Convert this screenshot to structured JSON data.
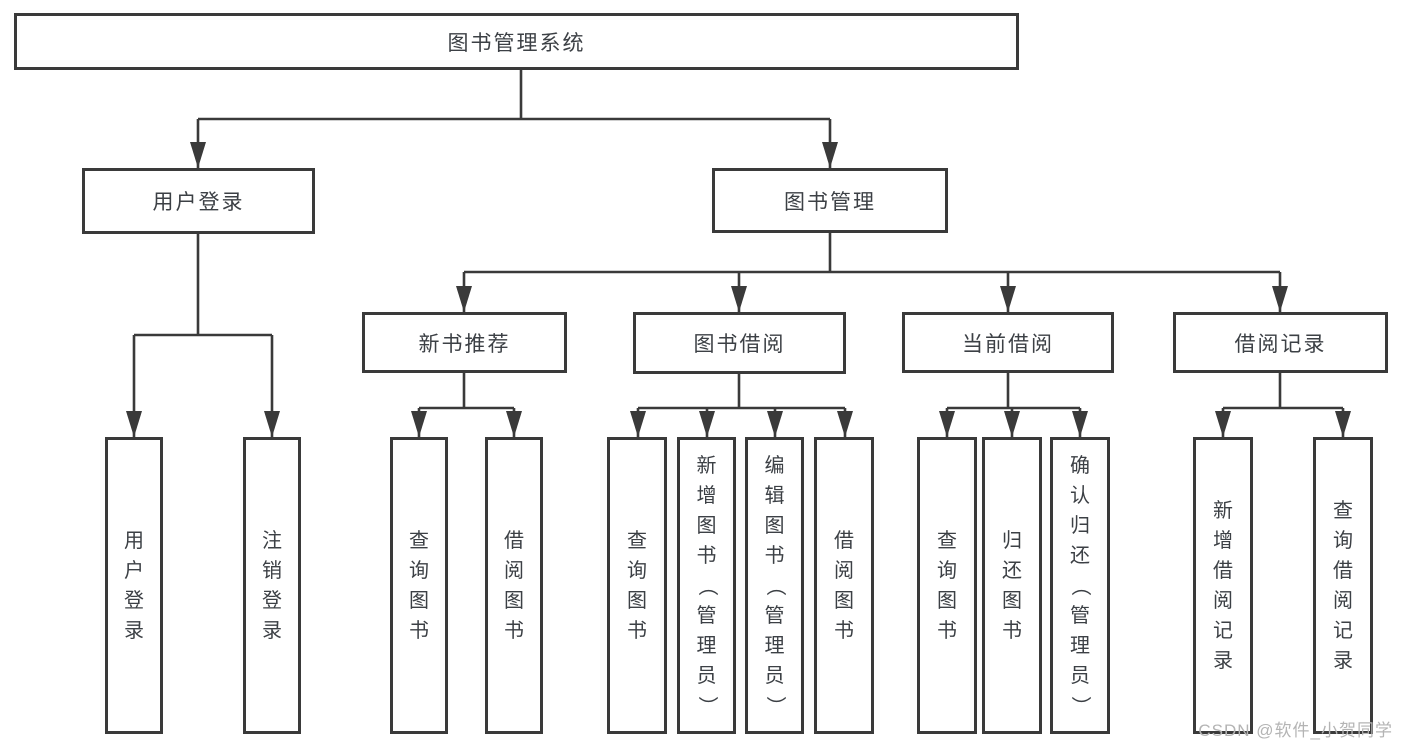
{
  "diagram": {
    "root": {
      "label": "图书管理系统"
    },
    "level2": {
      "user_login": "用户登录",
      "book_management": "图书管理"
    },
    "level3": {
      "new_book_recommend": "新书推荐",
      "book_borrow": "图书借阅",
      "current_borrow": "当前借阅",
      "borrow_record": "借阅记录"
    },
    "leaves": {
      "user_login_children": [
        "用户登录",
        "注销登录"
      ],
      "new_book_children": [
        "查询图书",
        "借阅图书"
      ],
      "book_borrow_children": [
        "查询图书",
        "新增图书（管理员）",
        "编辑图书（管理员）",
        "借阅图书"
      ],
      "current_borrow_children": [
        "查询图书",
        "归还图书",
        "确认归还（管理员）"
      ],
      "borrow_record_children": [
        "新增借阅记录",
        "查询借阅记录"
      ]
    }
  },
  "watermark": {
    "text": "CSDN @软件_小贺同学"
  },
  "colors": {
    "line": "#3a3a3a",
    "text": "#3c4045",
    "watermark": "#b4b4b4",
    "background": "#ffffff"
  }
}
